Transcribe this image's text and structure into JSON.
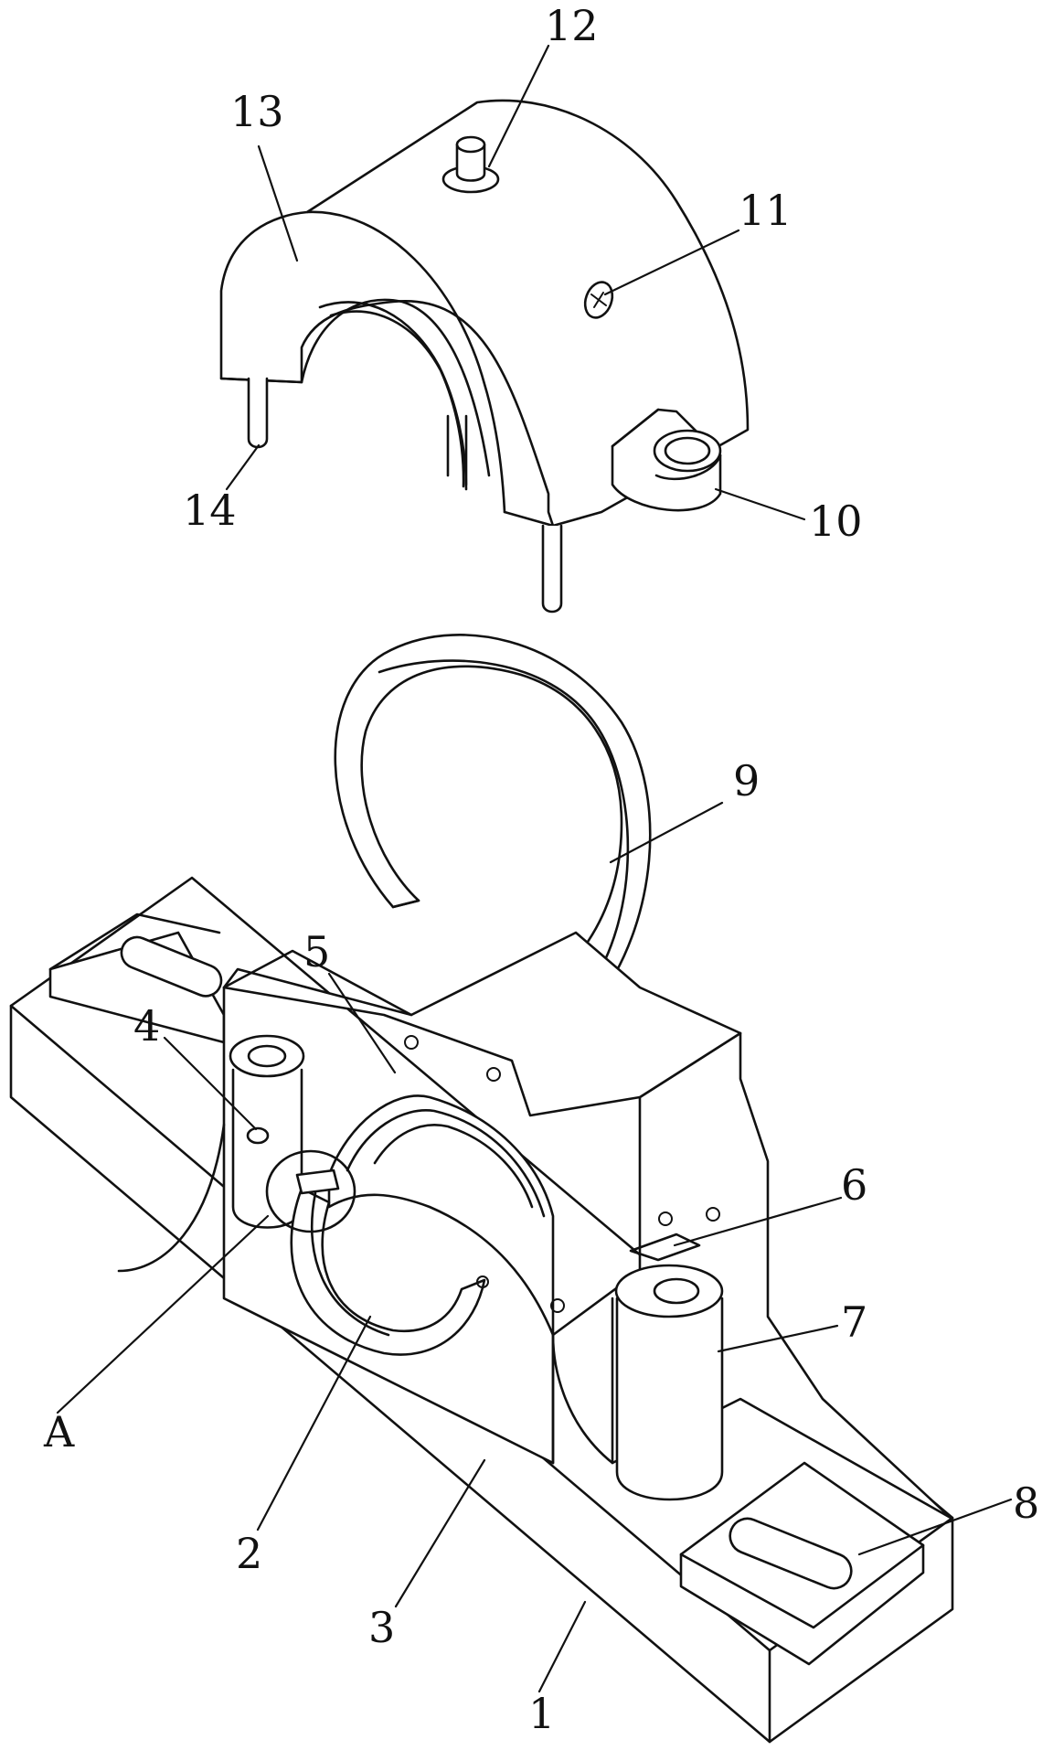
{
  "labels": {
    "base_plate": "1",
    "lower_bushing": "2",
    "pedestal": "3",
    "oil_hole": "4",
    "bearing_seat": "5",
    "notch": "6",
    "bolt_boss": "7",
    "mounting_slot": "8",
    "bearing_ring": "9",
    "cap_lug": "10",
    "screw": "11",
    "oil_cup": "12",
    "bearing_cap": "13",
    "dowel_pin": "14",
    "detail_marker": "A"
  },
  "colors": {
    "line": "#111111",
    "background": "#ffffff"
  }
}
